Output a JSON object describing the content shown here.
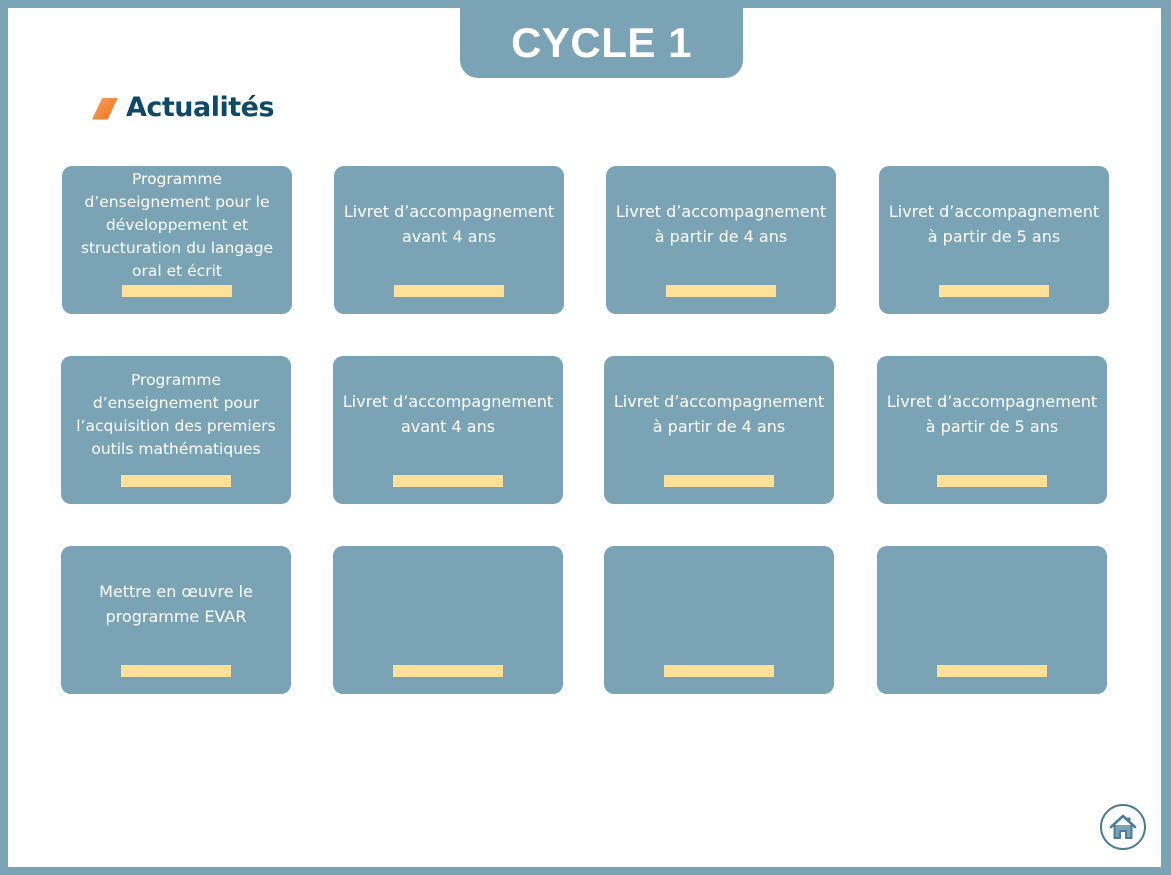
{
  "header": {
    "title": "CYCLE 1"
  },
  "section": {
    "heading": "Actualités",
    "accent_color": "#f2731f",
    "heading_color": "#0e4a68"
  },
  "colors": {
    "card": "#7aa3b5",
    "card_bar": "#fde09a",
    "frame": "#7aa3b5"
  },
  "cards": [
    {
      "label": "Programme d’enseignement pour le développement et structuration du langage oral et écrit"
    },
    {
      "label": "Livret d’accompagnement avant 4 ans"
    },
    {
      "label": "Livret d’accompagnement à partir de 4 ans"
    },
    {
      "label": "Livret d’accompagnement à partir de 5 ans"
    },
    {
      "label": "Programme d’enseignement pour l’acquisition des premiers outils mathématiques"
    },
    {
      "label": "Livret d’accompagnement avant 4 ans"
    },
    {
      "label": "Livret d’accompagnement à partir de 4 ans"
    },
    {
      "label": "Livret d’accompagnement à partir de 5 ans"
    },
    {
      "label": "Mettre en œuvre le programme EVAR"
    },
    {
      "label": ""
    },
    {
      "label": ""
    },
    {
      "label": ""
    }
  ],
  "home_button": {
    "icon": "home-icon"
  }
}
